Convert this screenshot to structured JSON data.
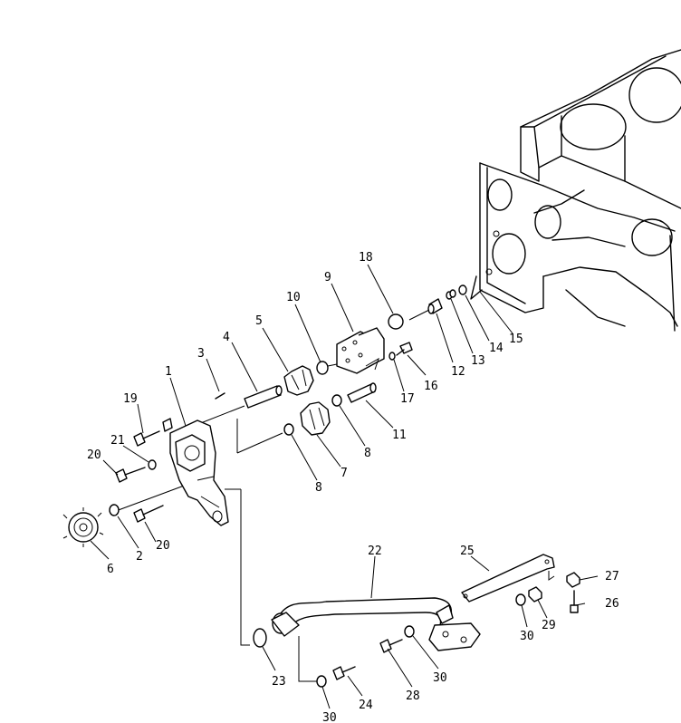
{
  "callouts": {
    "c1": "1",
    "c2": "2",
    "c3": "3",
    "c4": "4",
    "c5": "5",
    "c6": "6",
    "c7": "7",
    "c8a": "8",
    "c8b": "8",
    "c9": "9",
    "c10": "10",
    "c11": "11",
    "c12": "12",
    "c13": "13",
    "c14": "14",
    "c15": "15",
    "c16": "16",
    "c17": "17",
    "c18": "18",
    "c19": "19",
    "c20a": "20",
    "c20b": "20",
    "c21": "21",
    "c22": "22",
    "c23": "23",
    "c24": "24",
    "c25": "25",
    "c26": "26",
    "c27": "27",
    "c28": "28",
    "c29": "29",
    "c30a": "30",
    "c30b": "30",
    "c30c": "30"
  }
}
